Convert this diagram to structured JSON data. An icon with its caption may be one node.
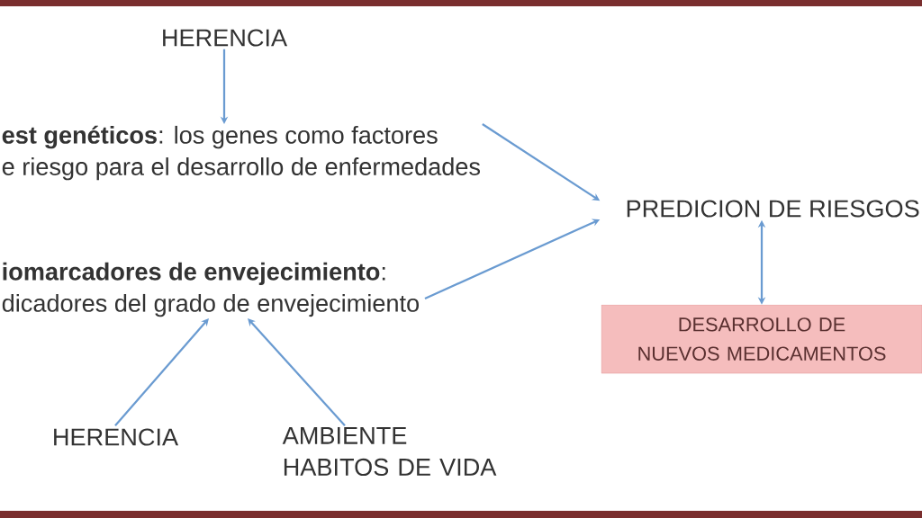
{
  "diagram": {
    "nodes": [
      {
        "text": [
          "HERENCIA"
        ]
      },
      {
        "text": [
          "**est genéticos**: los genes como factores",
          "e riesgo para el desarrollo de enfermedades"
        ]
      },
      {
        "text": [
          "**iomarcadores de envejecimiento**:",
          "dicadores del grado de envejecimiento"
        ]
      },
      {
        "text": [
          "PREDICION DE RIESGOS"
        ]
      },
      {
        "text": [
          "DESARROLLO DE NUEVOS MEDICAMENTOS"
        ]
      },
      {
        "text": [
          "HERENCIA"
        ]
      },
      {
        "text": [
          "AMBIENTE HABITOS DE VIDA"
        ]
      }
    ],
    "edges": [
      {
        "from": 0,
        "to": 1,
        "arrow": "to"
      },
      {
        "from": 1,
        "to": 3,
        "arrow": "to"
      },
      {
        "from": 2,
        "to": 3,
        "arrow": "to"
      },
      {
        "from": 3,
        "to": 4,
        "arrow": "both"
      },
      {
        "from": 5,
        "to": 2,
        "arrow": "to"
      },
      {
        "from": 6,
        "to": 2,
        "arrow": "to"
      }
    ]
  }
}
